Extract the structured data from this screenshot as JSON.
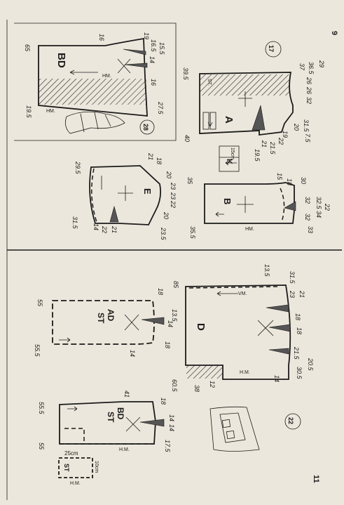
{
  "page_numbers": {
    "top": "9",
    "bottom": "11"
  },
  "figure_numbers": {
    "fig17": "17",
    "fig28": "28",
    "fig22": "22"
  },
  "pieces": {
    "bd_top": {
      "label": "BD",
      "hm": "HM."
    },
    "a": {
      "label": "A",
      "st": "ST."
    },
    "k": {
      "label": "K",
      "measure": "15cm"
    },
    "e": {
      "label": "E"
    },
    "b": {
      "label": "B",
      "hm": "HM."
    },
    "ad_st": {
      "label1": "AD",
      "label2": "ST"
    },
    "d": {
      "label": "D",
      "vm": "VM.",
      "hm": "H.M."
    },
    "bd_st": {
      "label1": "BD",
      "label2": "ST",
      "hm": "H.M."
    },
    "st_rect": {
      "label": "ST",
      "width": "25cm",
      "height": "10cm",
      "hm": "H.M."
    }
  },
  "measurements": {
    "bd_top": [
      "65",
      "16",
      "19",
      "16.5",
      "15.5",
      "14",
      "16",
      "27.5",
      "19.5",
      "HM."
    ],
    "a": [
      "39.5",
      "37",
      "36.5",
      "29",
      "26",
      "26",
      "32",
      "31.5",
      "20",
      "7.5",
      "19",
      "22",
      "21.5",
      "21",
      "19.5",
      "40"
    ],
    "e": [
      "29.5",
      "21",
      "18",
      "20",
      "23",
      "23",
      "22",
      "20",
      "23.5",
      "31.5",
      "21",
      "22",
      "14"
    ],
    "b": [
      "35",
      "15",
      "18",
      "30",
      "32",
      "32.5",
      "22",
      "34",
      "32",
      "33",
      "35.5"
    ],
    "ad": [
      "55",
      "18",
      "13.5",
      "14",
      "18",
      "14",
      "55.5"
    ],
    "d": [
      "13.5",
      "31.5",
      "85",
      "23",
      "21",
      "18",
      "18",
      "21.5",
      "20.5",
      "30.5",
      "14",
      "60.5",
      "38",
      "12"
    ],
    "bd_st": [
      "55.5",
      "41",
      "18",
      "14",
      "14",
      "17.5",
      "55"
    ]
  }
}
